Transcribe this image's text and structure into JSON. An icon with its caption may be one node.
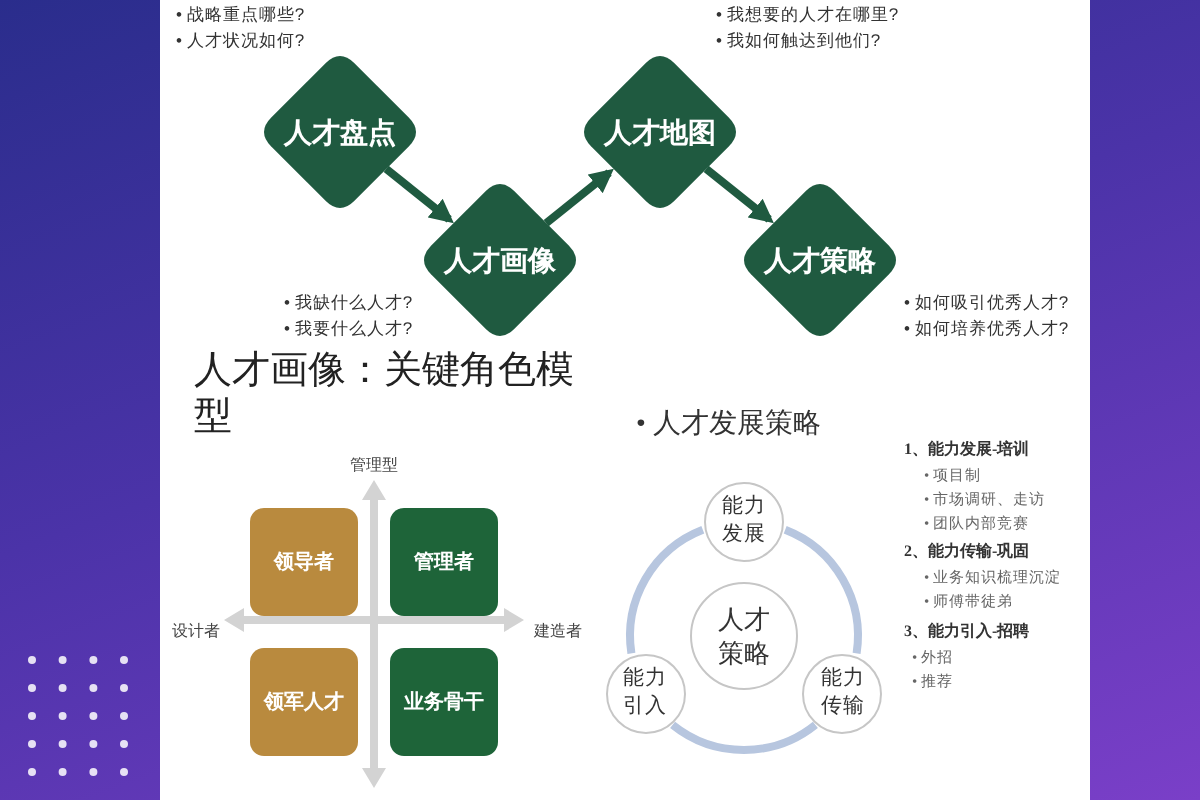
{
  "diagram": {
    "nodes": [
      {
        "text": [
          "人才盘点"
        ],
        "beside": [
          "• 战略重点哪些?",
          "• 人才状况如何?"
        ]
      },
      {
        "text": [
          "人才画像"
        ],
        "beside": [
          "• 我缺什么人才?",
          "• 我要什么人才?"
        ]
      },
      {
        "text": [
          "人才地图"
        ],
        "beside": [
          "• 我想要的人才在哪里?",
          "• 我如何触达到他们?"
        ]
      },
      {
        "text": [
          "人才策略"
        ],
        "beside": [
          "• 如何吸引优秀人才?",
          "• 如何培养优秀人才?"
        ]
      },
      {
        "text": [
          "领导者"
        ]
      },
      {
        "text": [
          "管理者"
        ]
      },
      {
        "text": [
          "领军人才"
        ]
      },
      {
        "text": [
          "业务骨干"
        ]
      },
      {
        "text": [
          "能力发展"
        ]
      },
      {
        "text": [
          "人才策略"
        ]
      },
      {
        "text": [
          "能力引入"
        ]
      },
      {
        "text": [
          "能力传输"
        ]
      }
    ],
    "edges": [
      {
        "from": 0,
        "to": 1,
        "arrow": "to"
      },
      {
        "from": 1,
        "to": 2,
        "arrow": "to"
      },
      {
        "from": 2,
        "to": 3,
        "arrow": "to"
      },
      {
        "from": 8,
        "to": 11,
        "arrow": "none",
        "color": "#b7c6df"
      },
      {
        "from": 11,
        "to": 10,
        "arrow": "none",
        "color": "#b7c6df"
      },
      {
        "from": 10,
        "to": 8,
        "arrow": "none",
        "color": "#b7c6df"
      }
    ],
    "labels": [
      "人才画像：关键角色模型",
      "管理型",
      "设计者",
      "建造者",
      "• 人才发展策略",
      "1、能力发展-培训",
      "• 项目制",
      "• 市场调研、走访",
      "• 团队内部竞赛",
      "2、能力传输-巩固",
      "• 业务知识梳理沉淀",
      "• 师傅带徒弟",
      "3、能力引入-招聘",
      "• 外招",
      "• 推荐"
    ]
  }
}
